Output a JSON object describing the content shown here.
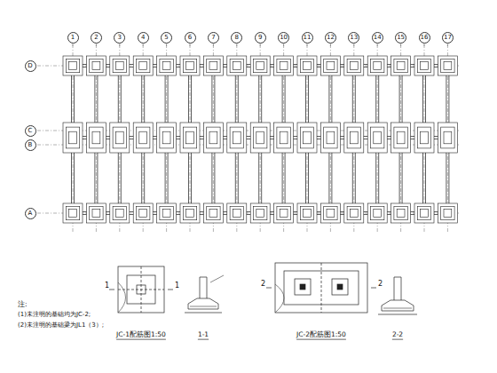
{
  "diagram": {
    "nodes": [
      {
        "text": [
          "1"
        ]
      },
      {
        "text": [
          "2"
        ]
      },
      {
        "text": [
          "3"
        ]
      },
      {
        "text": [
          "4"
        ]
      },
      {
        "text": [
          "5"
        ]
      },
      {
        "text": [
          "6"
        ]
      },
      {
        "text": [
          "7"
        ]
      },
      {
        "text": [
          "8"
        ]
      },
      {
        "text": [
          "9"
        ]
      },
      {
        "text": [
          "10"
        ]
      },
      {
        "text": [
          "11"
        ]
      },
      {
        "text": [
          "12"
        ]
      },
      {
        "text": [
          "13"
        ]
      },
      {
        "text": [
          "14"
        ]
      },
      {
        "text": [
          "15"
        ]
      },
      {
        "text": [
          "16"
        ]
      },
      {
        "text": [
          "17"
        ]
      },
      {
        "text": [
          "D"
        ]
      },
      {
        "text": [
          "C"
        ]
      },
      {
        "text": [
          "B"
        ]
      },
      {
        "text": [
          "A"
        ]
      }
    ],
    "labels": [
      "注:",
      "(1)未注明的基础均为JC-2;",
      "(2)未注明的基础梁为JL1（3）;",
      "1",
      "1",
      "JC-1配筋图1:50",
      "1-1",
      "2",
      "2",
      "JC-2配筋图1:50",
      "2-2"
    ]
  }
}
